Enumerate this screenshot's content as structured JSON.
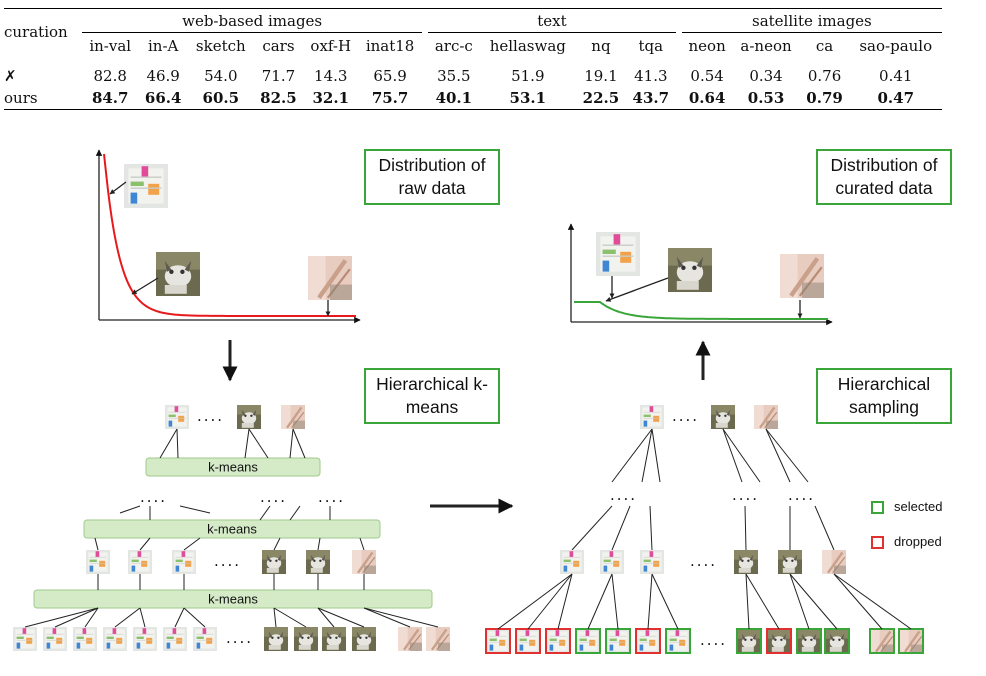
{
  "table": {
    "row_header": "curation",
    "groups": [
      {
        "label": "web-based images",
        "columns": [
          "in-val",
          "in-A",
          "sketch",
          "cars",
          "oxf-H",
          "inat18"
        ]
      },
      {
        "label": "text",
        "columns": [
          "arc-c",
          "hellaswag",
          "nq",
          "tqa"
        ]
      },
      {
        "label": "satellite images",
        "columns": [
          "neon",
          "a-neon",
          "ca",
          "sao-paulo"
        ]
      }
    ],
    "rows": [
      {
        "label": "✗",
        "bold": false,
        "values": [
          "82.8",
          "46.9",
          "54.0",
          "71.7",
          "14.3",
          "65.9",
          "35.5",
          "51.9",
          "19.1",
          "41.3",
          "0.54",
          "0.34",
          "0.76",
          "0.41"
        ]
      },
      {
        "label": "ours",
        "bold": true,
        "values": [
          "84.7",
          "66.4",
          "60.5",
          "82.5",
          "32.1",
          "75.7",
          "40.1",
          "53.1",
          "22.5",
          "43.7",
          "0.64",
          "0.53",
          "0.79",
          "0.47"
        ]
      }
    ]
  },
  "diagram": {
    "raw_box": "Distribution of raw data",
    "curated_box": "Distribution of curated data",
    "kmeans_box": "Hierarchical k-means",
    "sampling_box": "Hierarchical sampling",
    "kmeans_bar_label": "k-means",
    "ellipsis": "....",
    "legend": {
      "selected": "selected",
      "dropped": "dropped",
      "selected_color": "#3aa63a",
      "dropped_color": "#e03030"
    },
    "colors": {
      "raw_curve": "#e8191c",
      "curated_curve": "#3aa63a",
      "kmeans_bar_fill": "#d5ebc8",
      "kmeans_bar_stroke": "#9fca8a"
    }
  }
}
